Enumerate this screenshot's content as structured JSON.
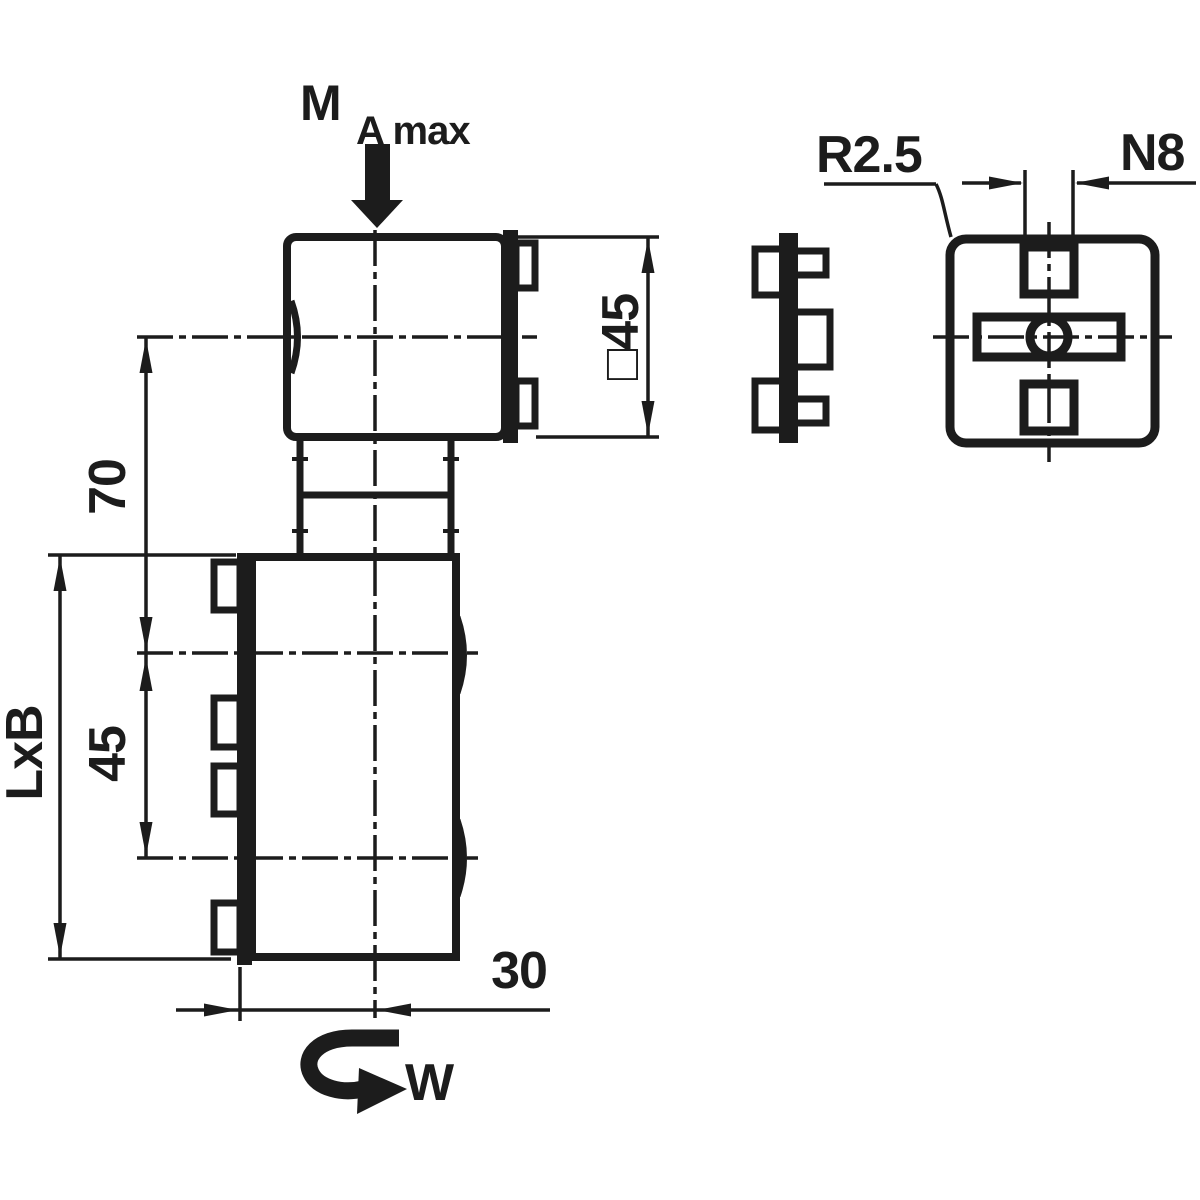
{
  "drawing": {
    "labels": {
      "torque_symbol": "M",
      "torque_subscript": "A max",
      "dim_height_upper": "70",
      "dim_height_lower": "45",
      "dim_length": "LxB",
      "dim_square": "□45",
      "dim_width": "30",
      "rotation_angle": "W",
      "radius": "R2.5",
      "surface_finish": "N8"
    },
    "colors": {
      "line": "#1c1c1c",
      "background": "#ffffff"
    }
  }
}
